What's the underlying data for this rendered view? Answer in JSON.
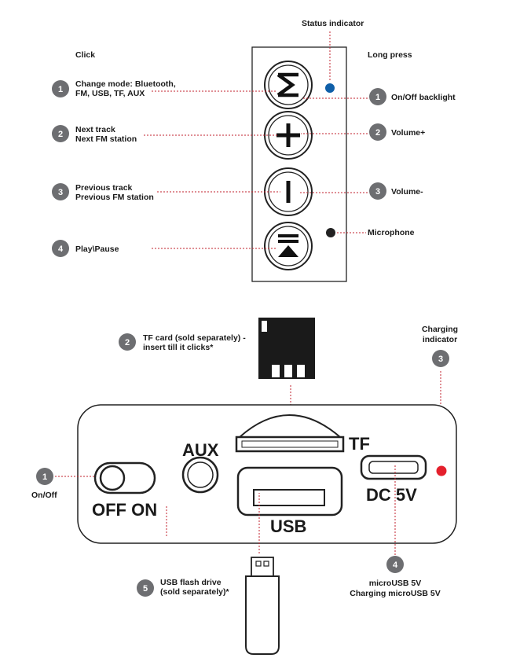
{
  "colors": {
    "badge": "#6d6e71",
    "leader": "#c0202c",
    "status_indicator": "#0f5fa8",
    "charging_indicator": "#e4202c",
    "microphone": "#222222"
  },
  "panel": {
    "status_indicator": "Status indicator",
    "click_header": "Click",
    "long_press_header": "Long press",
    "microphone": "Microphone",
    "click_items": [
      {
        "num": "1",
        "lines": [
          "Change mode: Bluetooth,",
          "FM, USB, TF, AUX"
        ]
      },
      {
        "num": "2",
        "lines": [
          "Next track",
          "Next FM station"
        ]
      },
      {
        "num": "3",
        "lines": [
          "Previous track",
          "Previous FM station"
        ]
      },
      {
        "num": "4",
        "lines": [
          "Play\\Pause"
        ]
      }
    ],
    "long_press_items": [
      {
        "num": "1",
        "label": "On/Off backlight"
      },
      {
        "num": "2",
        "label": "Volume+"
      },
      {
        "num": "3",
        "label": "Volume-"
      }
    ],
    "buttons": [
      {
        "icon": "mode-m-icon"
      },
      {
        "icon": "plus-icon"
      },
      {
        "icon": "minus-icon"
      },
      {
        "icon": "play-pause-icon"
      }
    ]
  },
  "ports": {
    "tf_card": {
      "num": "2",
      "lines": [
        "TF card (sold separately) -",
        "insert till it clicks*"
      ]
    },
    "charging_indicator": {
      "num": "3",
      "lines": [
        "Charging",
        "indicator"
      ]
    },
    "on_off": {
      "num": "1",
      "label": "On/Off"
    },
    "usb_flash": {
      "num": "5",
      "lines": [
        "USB flash drive",
        "(sold separately)*"
      ]
    },
    "microusb": {
      "num": "4",
      "lines": [
        "microUSB 5V",
        "Charging microUSB 5V"
      ]
    },
    "panel_labels": {
      "aux": "AUX",
      "tf": "TF",
      "off_on": "OFF ON",
      "usb": "USB",
      "dc": "DC 5V"
    }
  }
}
